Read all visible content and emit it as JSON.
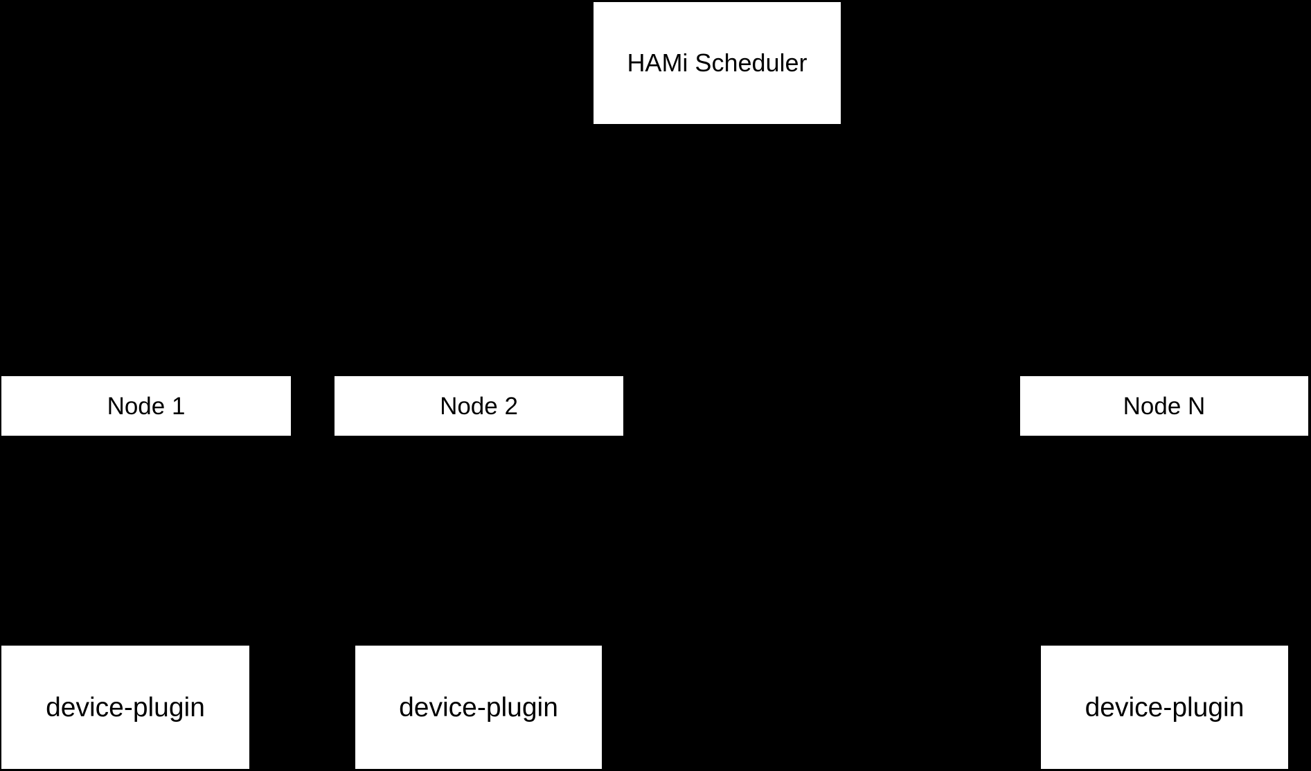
{
  "diagram": {
    "background_color": "#000000",
    "box_fill_color": "#ffffff",
    "box_text_color": "#000000",
    "scheduler": {
      "label": "HAMi Scheduler"
    },
    "nodes": [
      {
        "label": "Node 1"
      },
      {
        "label": "Node 2"
      },
      {
        "label": "Node N"
      }
    ],
    "device_plugins": [
      {
        "label": "device-plugin"
      },
      {
        "label": "device-plugin"
      },
      {
        "label": "device-plugin"
      }
    ]
  }
}
